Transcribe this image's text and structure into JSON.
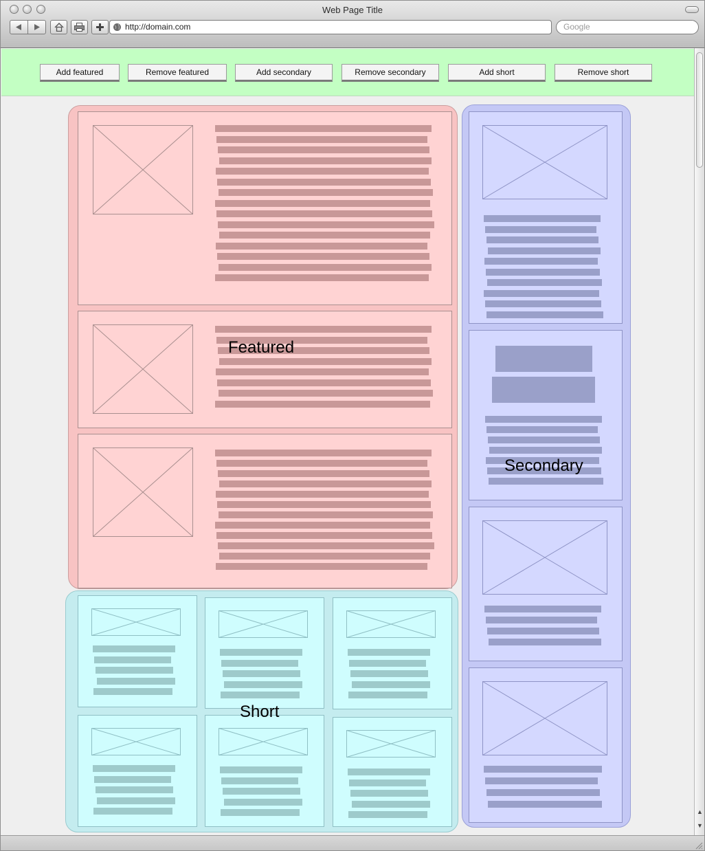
{
  "window": {
    "title": "Web Page Title",
    "url": "http://domain.com",
    "search_placeholder": "Google"
  },
  "actions": {
    "add_featured": "Add featured",
    "remove_featured": "Remove featured",
    "add_secondary": "Add secondary",
    "remove_secondary": "Remove secondary",
    "add_short": "Add short",
    "remove_short": "Remove short"
  },
  "regions": {
    "featured": "Featured",
    "secondary": "Secondary",
    "short": "Short"
  },
  "icons": [
    "close-dot",
    "minimize-dot",
    "zoom-dot",
    "back-arrow-icon",
    "forward-arrow-icon",
    "home-icon",
    "print-icon",
    "add-tab-icon",
    "globe-icon",
    "resize-grip-icon"
  ],
  "colors": {
    "toolbar_bg": "#c3ffc3",
    "featured_bg": "#f8c3c3",
    "featured_card": "#ffd3d3",
    "featured_lines": "#c89898",
    "secondary_bg": "#c4c8f5",
    "secondary_card": "#d4d8ff",
    "secondary_lines": "#9aa0c9",
    "short_bg": "#c4ecef",
    "short_card": "#cffdfe",
    "short_lines": "#9ecacb"
  }
}
